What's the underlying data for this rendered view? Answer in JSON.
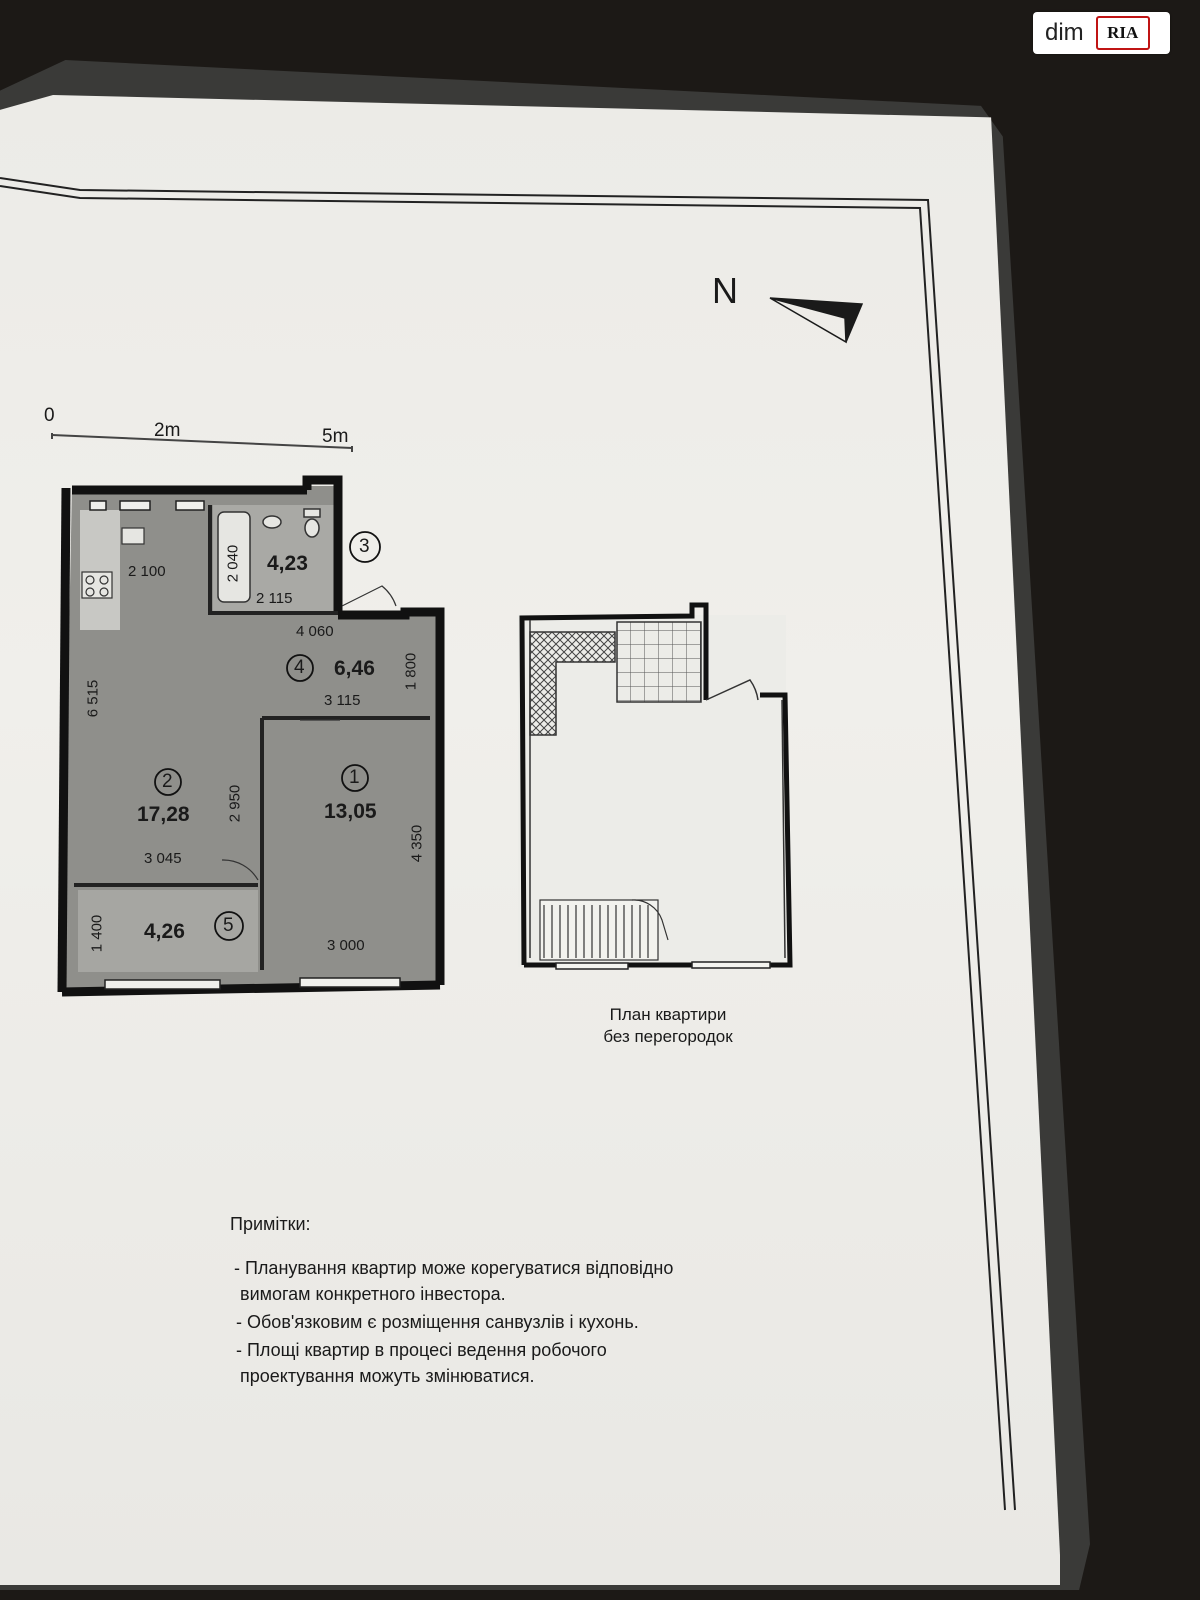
{
  "watermark": {
    "brand": "dim",
    "logo": "RIA"
  },
  "north": {
    "label": "N"
  },
  "scale": {
    "labels": [
      "0",
      "2m",
      "5m"
    ]
  },
  "plan": {
    "rooms": [
      {
        "number": "1",
        "area": "13,05"
      },
      {
        "number": "2",
        "area": "17,28"
      },
      {
        "number": "3",
        "area": "4,23"
      },
      {
        "number": "4",
        "area": "6,46"
      },
      {
        "number": "5",
        "area": "4,26"
      }
    ],
    "dimensions": {
      "kitchen_width": "2 100",
      "bath_height": "2 040",
      "bath_width": "2 115",
      "hall_top": "4 060",
      "hall_bottom": "3 115",
      "hall_height": "1 800",
      "left_height": "6 515",
      "living_inner": "2 950",
      "living_width": "3 045",
      "bedroom_height": "4 350",
      "bedroom_width": "3 000",
      "balcony_height": "1 400"
    }
  },
  "open_plan": {
    "caption_line1": "План квартири",
    "caption_line2": "без перегородок"
  },
  "notes": {
    "title": "Примітки:",
    "lines": [
      "- Планування квартир може корегуватися відповідно",
      "  вимогам конкретного інвестора.",
      "- Обов'язковим є розміщення санвузлів і кухонь.",
      "- Площі квартир в процесі ведення  робочого",
      "  проектування  можуть змінюватися."
    ]
  }
}
